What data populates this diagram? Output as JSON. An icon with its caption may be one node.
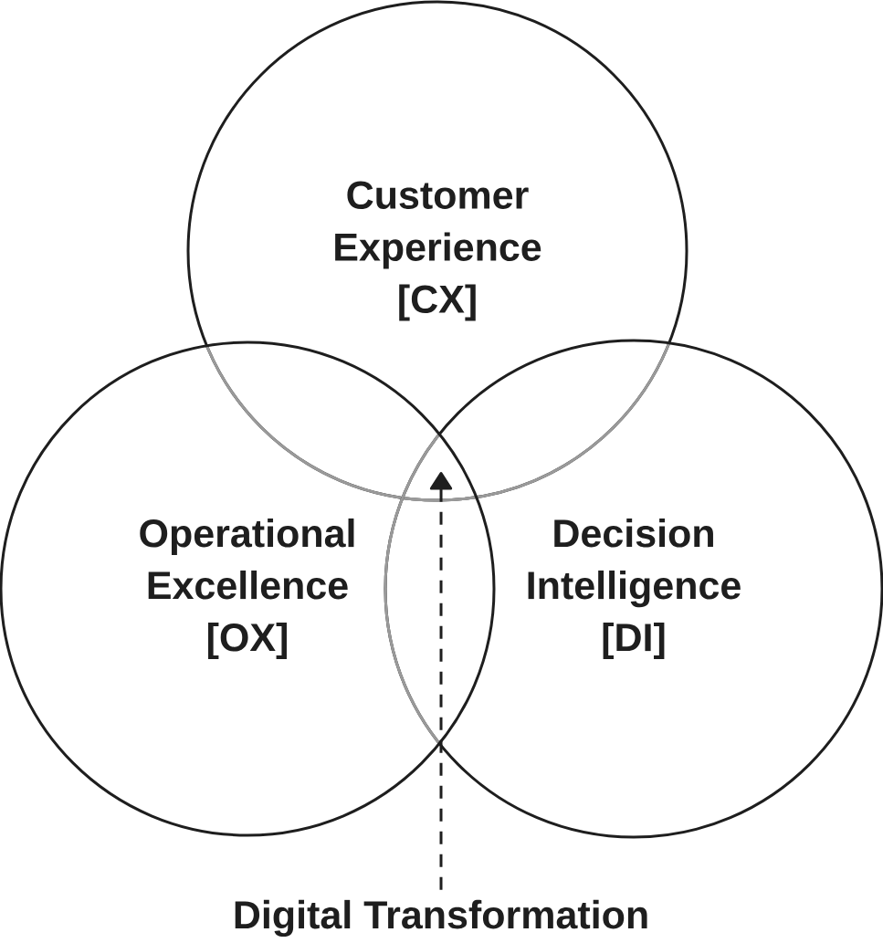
{
  "diagram": {
    "nodes": [
      {
        "text": [
          "Customer Experience [CX]"
        ]
      },
      {
        "text": [
          "Operational Excellence [OX]"
        ]
      },
      {
        "text": [
          "Decision Intelligence [DI]"
        ]
      },
      {
        "text": [
          "Digital Transformation"
        ]
      }
    ],
    "edges": [
      {
        "from": 3,
        "to": 0,
        "arrow": "to",
        "style": "dashed"
      },
      {
        "from": 3,
        "to": 1,
        "arrow": "to",
        "style": "dashed"
      },
      {
        "from": 3,
        "to": 2,
        "arrow": "to",
        "style": "dashed"
      }
    ]
  }
}
